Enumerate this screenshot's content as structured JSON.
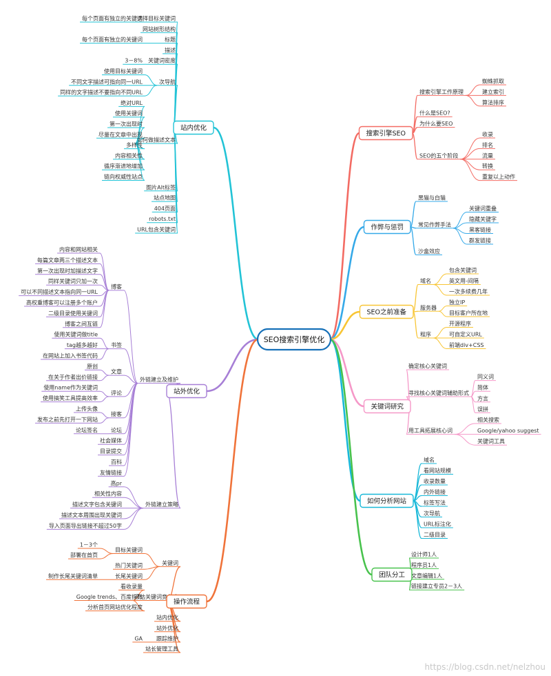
{
  "root": "SEO搜索引擎优化",
  "watermark": "https://blog.csdn.net/nelzhou",
  "colors": {
    "onpage": "#22c3d6",
    "offpage": "#a77fd6",
    "workflow": "#f0733a",
    "engine": "#f36b63",
    "cheat": "#35a9e8",
    "prep": "#f8c534",
    "keyword": "#f598c8",
    "analyze": "#18b8d8",
    "team": "#48c24d",
    "root_border": "#1670b8"
  },
  "left": [
    {
      "label": "站内优化",
      "color_key": "onpage",
      "children": [
        {
          "label": "选择目标关键词",
          "children": [
            {
              "label": "每个页面有独立的关键词"
            }
          ]
        },
        {
          "label": "网站树形结构"
        },
        {
          "label": "标题",
          "children": [
            {
              "label": "每个页面有独立的关键词"
            }
          ]
        },
        {
          "label": "描述"
        },
        {
          "label": "关键词密度",
          "children": [
            {
              "label": "3－8%"
            }
          ]
        },
        {
          "label": "次导航",
          "children": [
            {
              "label": "使用目标关键词"
            },
            {
              "label": "不同文字描述可指向同一URL"
            },
            {
              "label": "同样的文字描述不要指向不同URL"
            }
          ]
        },
        {
          "label": "如何做描述文本",
          "children": [
            {
              "label": "绝对URL"
            },
            {
              "label": "使用关键词"
            },
            {
              "label": "第一次出现时"
            },
            {
              "label": "尽量在文章中出现"
            },
            {
              "label": "多样性"
            },
            {
              "label": "内容相关性"
            },
            {
              "label": "循序渐进地增加"
            },
            {
              "label": "链向权威性站点"
            }
          ]
        },
        {
          "label": "图片Alt标签"
        },
        {
          "label": "站点地图"
        },
        {
          "label": "404页面"
        },
        {
          "label": "robots.txt"
        },
        {
          "label": "URL包含关键词"
        }
      ]
    },
    {
      "label": "站外优化",
      "color_key": "offpage",
      "children": [
        {
          "label": "外链建立及维护",
          "children": [
            {
              "label": "博客",
              "children": [
                {
                  "label": "内容和网站相关"
                },
                {
                  "label": "每篇文章两三个描述文本"
                },
                {
                  "label": "第一次出现时加描述文字"
                },
                {
                  "label": "同样关键词只加一次"
                },
                {
                  "label": "可以不同描述文本指向同一URL"
                },
                {
                  "label": "高权重博客可以注册多个账户"
                },
                {
                  "label": "二级目录使用关键词"
                },
                {
                  "label": "博客之间互链"
                }
              ]
            },
            {
              "label": "书签",
              "children": [
                {
                  "label": "使用关键词做title"
                },
                {
                  "label": "tag越多越好"
                },
                {
                  "label": "在网站上加入书签代码"
                }
              ]
            },
            {
              "label": "文章",
              "children": [
                {
                  "label": "原创"
                },
                {
                  "label": "在关于作者出价链接"
                }
              ]
            },
            {
              "label": "评论",
              "children": [
                {
                  "label": "使用name作为关键词"
                },
                {
                  "label": "使用搞笑工具提高效率"
                }
              ]
            },
            {
              "label": "接客",
              "children": [
                {
                  "label": "上传头像"
                },
                {
                  "label": "发布之前先打开一下网站"
                }
              ]
            },
            {
              "label": "论坛",
              "children": [
                {
                  "label": "论坛签名"
                }
              ]
            },
            {
              "label": "社会媒体"
            },
            {
              "label": "目录提交"
            },
            {
              "label": "百科"
            },
            {
              "label": "友情链接"
            }
          ]
        },
        {
          "label": "外链建立策略",
          "children": [
            {
              "label": "高pr"
            },
            {
              "label": "相关性内容"
            },
            {
              "label": "描述文字包含关键词"
            },
            {
              "label": "描述文本周围出现关键词"
            },
            {
              "label": "导入页面导出链接不超过50字"
            }
          ]
        }
      ]
    },
    {
      "label": "操作流程",
      "color_key": "workflow",
      "children": [
        {
          "label": "关键词",
          "children": [
            {
              "label": "目标关键词",
              "children": [
                {
                  "label": "1－3个"
                },
                {
                  "label": "部署在首页"
                }
              ]
            },
            {
              "label": "热门关键词"
            },
            {
              "label": "长尾关键词",
              "children": [
                {
                  "label": "制作长尾关键词清单"
                }
              ]
            }
          ]
        },
        {
          "label": "评估关键词竞争度",
          "children": [
            {
              "label": "看收录量"
            },
            {
              "label": "Google trends、百度指数"
            },
            {
              "label": "分析首页网站优化程度"
            }
          ]
        },
        {
          "label": "站内优化"
        },
        {
          "label": "站外优化"
        },
        {
          "label": "跟踪维护",
          "children": [
            {
              "label": "GA"
            }
          ]
        },
        {
          "label": "站长管理工具"
        }
      ]
    }
  ],
  "right": [
    {
      "label": "搜索引擎SEO",
      "color_key": "engine",
      "children": [
        {
          "label": "搜索引擎工作原理",
          "children": [
            {
              "label": "蜘蛛抓取"
            },
            {
              "label": "建立索引"
            },
            {
              "label": "算法排序"
            }
          ]
        },
        {
          "label": "什么是SEO?"
        },
        {
          "label": "为什么要SEO"
        },
        {
          "label": "SEO的五个阶段",
          "children": [
            {
              "label": "收录"
            },
            {
              "label": "排名"
            },
            {
              "label": "流量"
            },
            {
              "label": "转换"
            },
            {
              "label": "重复以上动作"
            }
          ]
        }
      ]
    },
    {
      "label": "作弊与惩罚",
      "color_key": "cheat",
      "children": [
        {
          "label": "黑猫与白猫"
        },
        {
          "label": "常见作弊手法",
          "children": [
            {
              "label": "关键词重叠"
            },
            {
              "label": "隐藏关键字"
            },
            {
              "label": "黑客链接"
            },
            {
              "label": "群发链接"
            }
          ]
        },
        {
          "label": "沙盒效应"
        }
      ]
    },
    {
      "label": "SEO之前准备",
      "color_key": "prep",
      "children": [
        {
          "label": "域名",
          "children": [
            {
              "label": "包含关键词"
            },
            {
              "label": "英文用-间隔"
            },
            {
              "label": "一次多续费几年"
            }
          ]
        },
        {
          "label": "服务器",
          "children": [
            {
              "label": "独立IP"
            },
            {
              "label": "目标客户所在地"
            }
          ]
        },
        {
          "label": "程序",
          "children": [
            {
              "label": "开源程序"
            },
            {
              "label": "可自定义URL"
            },
            {
              "label": "前端div+CSS"
            }
          ]
        }
      ]
    },
    {
      "label": "关键词研究",
      "color_key": "keyword",
      "children": [
        {
          "label": "确定核心关键词"
        },
        {
          "label": "寻找核心关键词辅助形式",
          "children": [
            {
              "label": "同义词"
            },
            {
              "label": "简体"
            },
            {
              "label": "方言"
            },
            {
              "label": "误拼"
            }
          ]
        },
        {
          "label": "用工具拓展核心词",
          "children": [
            {
              "label": "相关搜索"
            },
            {
              "label": "Google/yahoo suggest"
            },
            {
              "label": "关键词工具"
            }
          ]
        }
      ]
    },
    {
      "label": "如何分析网站",
      "color_key": "analyze",
      "children": [
        {
          "label": "域名"
        },
        {
          "label": "看网站规模"
        },
        {
          "label": "收录数量"
        },
        {
          "label": "内外链接"
        },
        {
          "label": "标签写法"
        },
        {
          "label": "次导航"
        },
        {
          "label": "URL标注化"
        },
        {
          "label": "二级目录"
        }
      ]
    },
    {
      "label": "团队分工",
      "color_key": "team",
      "children": [
        {
          "label": "设计师1人"
        },
        {
          "label": "程序员1人"
        },
        {
          "label": "文章编辑1人"
        },
        {
          "label": "链接建立专员2－3人"
        }
      ]
    }
  ]
}
